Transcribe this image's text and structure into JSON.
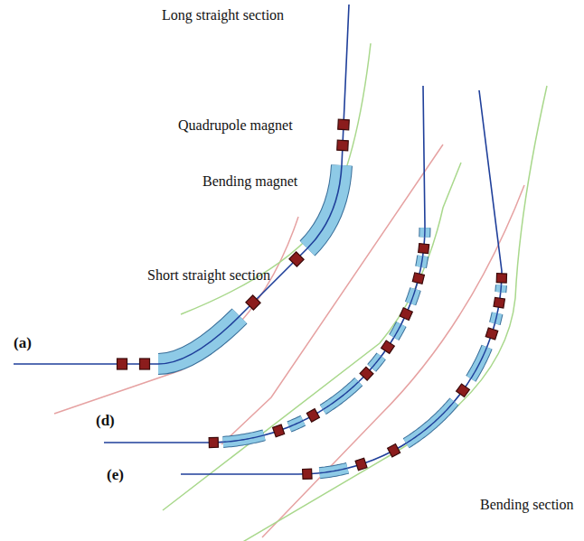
{
  "diagram": {
    "labels": [
      "Long straight section",
      "Quadrupole magnet",
      "Bending magnet",
      "Short straight section",
      "(a)",
      "(d)",
      "(e)",
      "Bending section"
    ]
  }
}
